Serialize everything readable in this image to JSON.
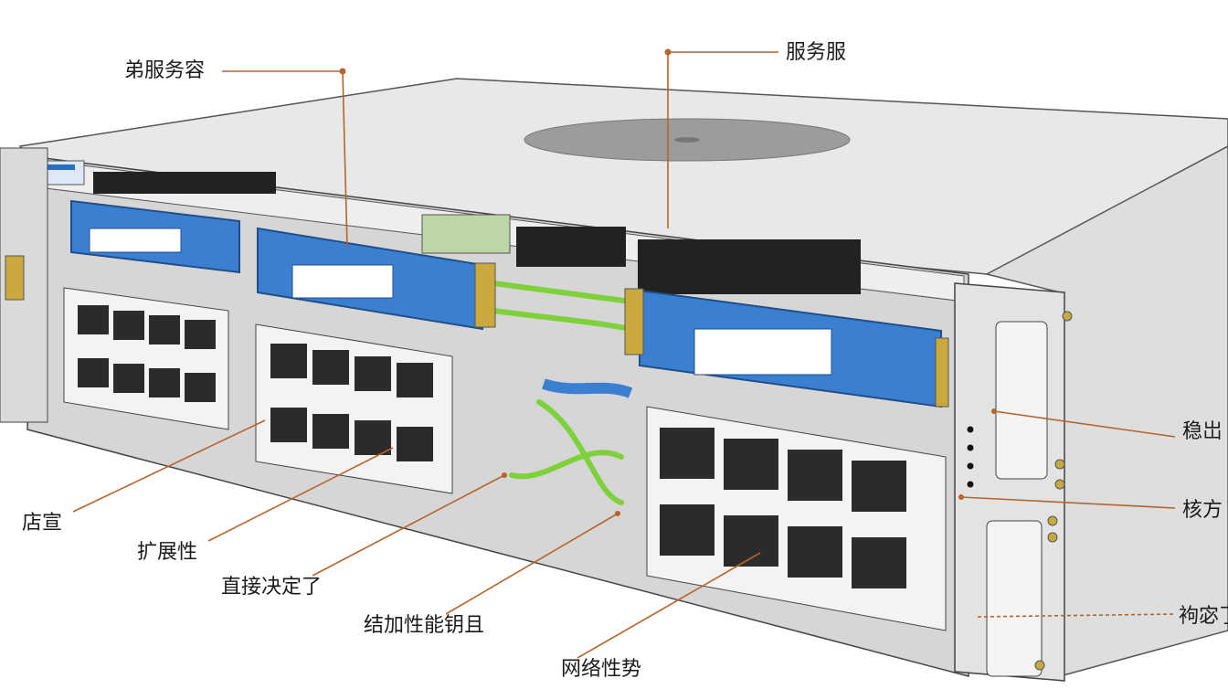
{
  "callouts": {
    "top_left": "弟服务容",
    "top_center": "服务服",
    "left_1": "店宣",
    "left_2": "扩展性",
    "left_3": "直接决定了",
    "bottom_1": "结加性能钥且",
    "bottom_2": "网络性势",
    "right_1": "稳岀",
    "right_2": "核方",
    "right_3": "袧宓了"
  },
  "colors": {
    "chassis": "#e9e9e9",
    "blue_module": "#3b7fd0",
    "green_cable": "#7ed13a",
    "leader": "#b5652c",
    "brass": "#c9a93e"
  }
}
